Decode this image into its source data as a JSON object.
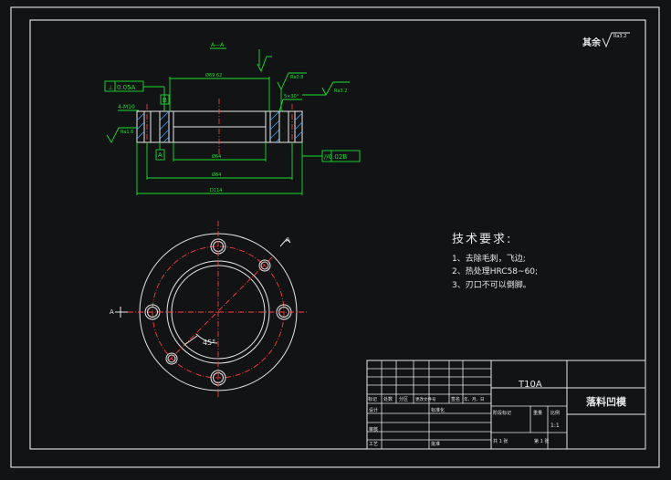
{
  "drawing": {
    "roughness_note": "其余",
    "roughness_note_value": "Ra3.2",
    "section_label": "A—A",
    "section_cut_label": "A",
    "dims": {
      "d_outer": "D114",
      "d_bolt": "Ø84",
      "d_bore": "Ø64",
      "d_counter": "Ø69.62",
      "flatness": "0.05A",
      "parallel": "//0.02B",
      "threads": "4-M10",
      "chamfer": "5×30°",
      "ra_top": "Ra0.8",
      "ra_right": "Ra3.2",
      "ra_left": "Ra1.6",
      "datum_a": "A",
      "datum_b": "B",
      "angle": "45°"
    }
  },
  "tech": {
    "title": "技术要求:",
    "items": [
      "1、去除毛刺，飞边;",
      "2、热处理HRC58~60;",
      "3、刃口不可以倒脚。"
    ]
  },
  "titleblock": {
    "material": "T10A",
    "part_name": "落料凹模",
    "row_labels": [
      "标记",
      "处数",
      "分区",
      "更改文件号",
      "签名",
      "年、月、日"
    ],
    "design": "设计",
    "standard": "标准化",
    "check": "审核",
    "process": "工艺",
    "approve": "批准",
    "stage_mark": "阶段标记",
    "weight": "重量",
    "scale": "比例",
    "scale_value": "1:1",
    "sheet_total": "共 1 张",
    "sheet_no": "第 1 张"
  }
}
